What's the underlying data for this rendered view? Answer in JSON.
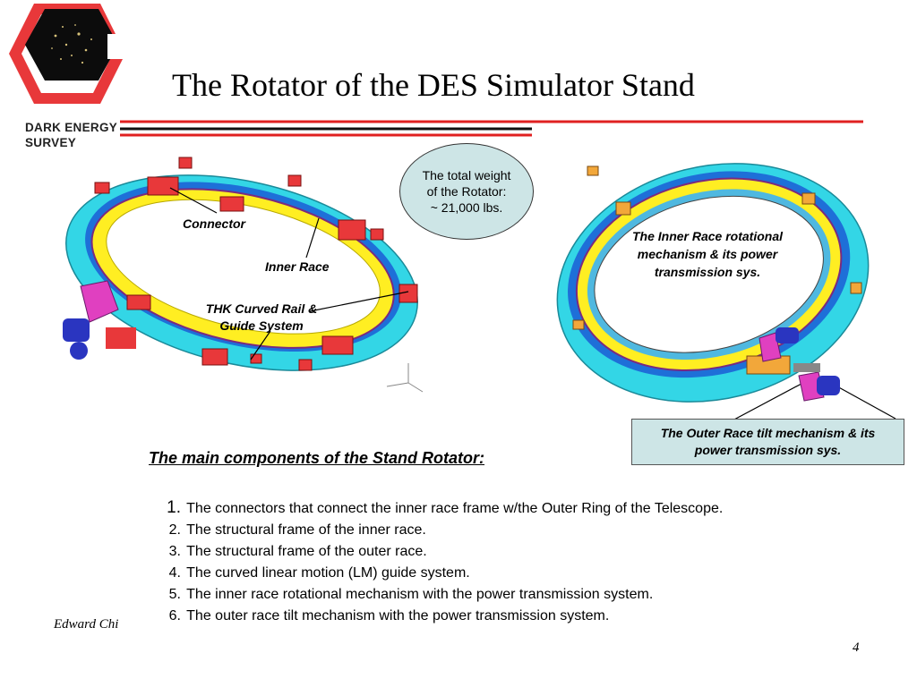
{
  "slide": {
    "title": "The Rotator of the DES Simulator Stand",
    "logo": {
      "text_line1": "DARK ENERGY",
      "text_line2": "SURVEY"
    },
    "colors": {
      "title_rule": "#e02020",
      "ring_outer": "#33d6e6",
      "ring_inner": "#ffee22",
      "accent_red": "#e8383a",
      "magenta": "#e040c0",
      "callout_fill": "#cde5e6"
    },
    "left_figure": {
      "callouts": {
        "connector": "Connector",
        "inner_race": "Inner Race",
        "rail_line1": "THK Curved Rail &",
        "rail_line2": "Guide System"
      }
    },
    "weight_bubble": {
      "line1": "The total weight",
      "line2": "of the Rotator:",
      "line3": "~ 21,000 lbs."
    },
    "right_figure": {
      "inner_mech_line1": "The Inner Race rotational",
      "inner_mech_line2": "mechanism & its power",
      "inner_mech_line3": "transmission sys.",
      "outer_mech_line1": "The Outer Race tilt mechanism & its",
      "outer_mech_line2": "power transmission sys."
    },
    "components": {
      "heading": "The main components of the Stand Rotator:",
      "items": [
        {
          "num": "1.",
          "text": "The connectors that connect the inner race frame w/the Outer Ring of the Telescope."
        },
        {
          "num": "2.",
          "text": "The structural frame of the inner race."
        },
        {
          "num": "3.",
          "text": "The structural frame of the outer race."
        },
        {
          "num": "4.",
          "text": "The curved linear motion (LM) guide system."
        },
        {
          "num": "5.",
          "text": "The inner race rotational mechanism with the power transmission system."
        },
        {
          "num": "6.",
          "text": "The outer race tilt mechanism with the power transmission system."
        }
      ]
    },
    "footer": {
      "author": "Edward Chi",
      "page": "4"
    }
  }
}
